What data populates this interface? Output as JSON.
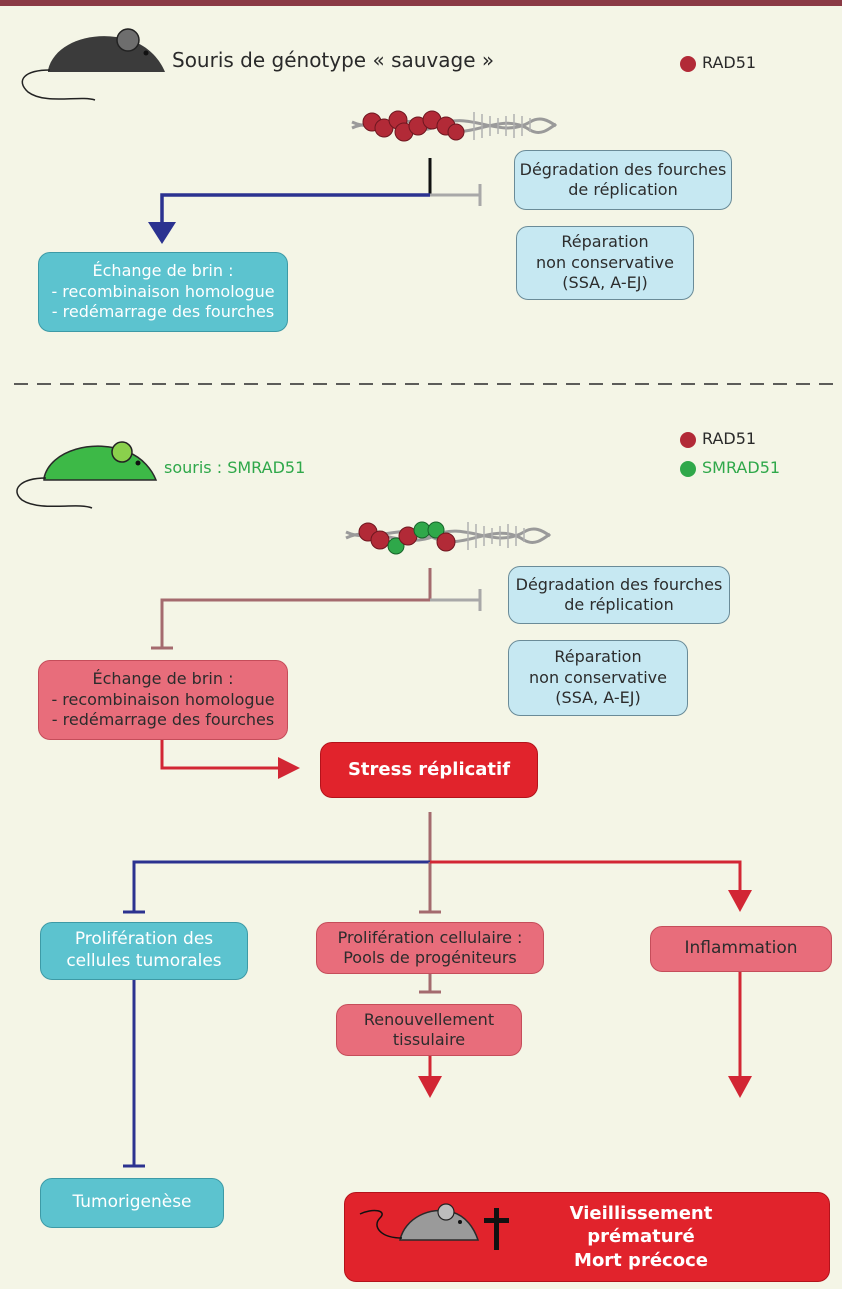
{
  "colors": {
    "rad51": "#b22a37",
    "smrad51": "#2fa84a",
    "cyan_box": "#5cc3cf",
    "light_box": "#c6e8f2",
    "pink_box": "#e86d7b",
    "red_box": "#e1232c",
    "blue_arrow": "#2b3290",
    "red_arrow": "#d22634",
    "muted_arrow": "#a46a6e",
    "grey_arrow": "#a8a8a8"
  },
  "top": {
    "mouse_label": "Souris de génotype « sauvage »",
    "legend": {
      "rad51": "RAD51"
    },
    "degradation": [
      "Dégradation des fourches",
      "de réplication"
    ],
    "reparation": [
      "Réparation",
      "non conservative",
      "(SSA, A-EJ)"
    ],
    "echange": [
      "Échange de brin :",
      "- recombinaison homologue",
      "- redémarrage des fourches"
    ]
  },
  "bottom": {
    "mouse_label": "souris : SMRAD51",
    "legend": {
      "rad51": "RAD51",
      "smrad51": "SMRAD51"
    },
    "degradation": [
      "Dégradation des fourches",
      "de réplication"
    ],
    "reparation": [
      "Réparation",
      "non conservative",
      "(SSA, A-EJ)"
    ],
    "echange": [
      "Échange de brin :",
      "- recombinaison homologue",
      "- redémarrage des fourches"
    ],
    "stress": "Stress réplicatif",
    "proliferation_tumorale": [
      "Prolifération des",
      "cellules tumorales"
    ],
    "proliferation_cellulaire": [
      "Prolifération cellulaire :",
      "Pools de progéniteurs"
    ],
    "inflammation": "Inflammation",
    "renouvellement": [
      "Renouvellement",
      "tissulaire"
    ],
    "tumorigenese": "Tumorigenèse",
    "vieillissement": [
      "Vieillissement prématuré",
      "Mort précoce"
    ]
  }
}
